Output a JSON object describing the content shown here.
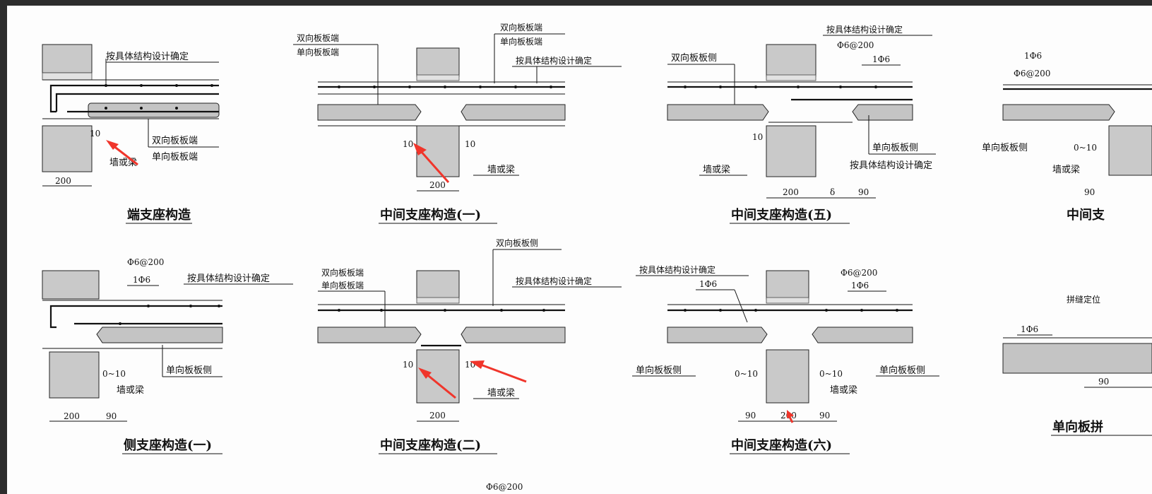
{
  "labels": {
    "spec": "按具体结构设计确定",
    "two_way_end": "双向板板端",
    "one_way_end": "单向板板端",
    "two_way_side": "双向板板侧",
    "one_way_side": "单向板板侧",
    "wall_beam": "墙或梁",
    "seam_position": "拼缝定位",
    "rebar_spacing": "Φ6@200",
    "rebar_single": "1Φ6"
  },
  "dims": {
    "d200": "200",
    "d90": "90",
    "d10": "10",
    "d0_10": "0~10",
    "d_delta": "δ"
  },
  "titles": {
    "end_support": "端支座构造",
    "mid_support_1": "中间支座构造(一)",
    "mid_support_5": "中间支座构造(五)",
    "mid_support_cut": "中间支",
    "side_support_1": "侧支座构造(一)",
    "mid_support_2": "中间支座构造(二)",
    "mid_support_6": "中间支座构造(六)",
    "one_way_cut": "单向板拼"
  },
  "colors": {
    "annotation_arrow": "#f0352b",
    "frame_border": "#2d2d2d"
  }
}
